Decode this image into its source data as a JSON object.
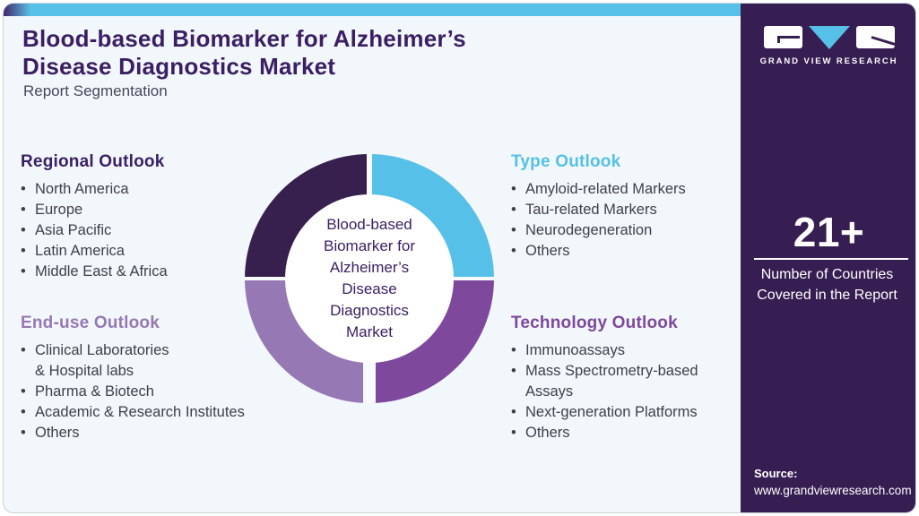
{
  "header": {
    "title": "Blood-based Biomarker for Alzheimer’s\nDisease Diagnostics Market",
    "subtitle": "Report Segmentation"
  },
  "brand": {
    "logo_text": "GRAND VIEW RESEARCH"
  },
  "donut": {
    "center_text": "Blood-based\nBiomarker for\nAlzheimer’s\nDisease\nDiagnostics\nMarket",
    "segments": [
      {
        "position": "top-right",
        "linked_outlook": "Type Outlook",
        "color": "#56c0e8"
      },
      {
        "position": "bottom-right",
        "linked_outlook": "Technology Outlook",
        "color": "#7e489c"
      },
      {
        "position": "bottom-left",
        "linked_outlook": "End-use Outlook",
        "color": "#9678b4"
      },
      {
        "position": "top-left",
        "linked_outlook": "Regional Outlook",
        "color": "#38204e"
      }
    ]
  },
  "quadrants": {
    "regional": {
      "title": "Regional Outlook",
      "accent_color": "#3b2064",
      "items": [
        "North America",
        "Europe",
        "Asia Pacific",
        "Latin America",
        "Middle East & Africa"
      ]
    },
    "type": {
      "title": "Type Outlook",
      "accent_color": "#56c0e8",
      "items": [
        "Amyloid-related Markers",
        "Tau-related Markers",
        "Neurodegeneration",
        "Others"
      ]
    },
    "enduse": {
      "title": "End-use Outlook",
      "accent_color": "#9678b4",
      "items": [
        "Clinical Laboratories\n& Hospital labs",
        "Pharma & Biotech",
        "Academic & Research Institutes",
        "Others"
      ]
    },
    "technology": {
      "title": "Technology Outlook",
      "accent_color": "#7e489c",
      "items": [
        "Immunoassays",
        "Mass Spectrometry-based\nAssays",
        "Next-generation Platforms",
        "Others"
      ]
    }
  },
  "sidebar": {
    "stat_value": "21+",
    "stat_caption": "Number of Countries\nCovered in the Report",
    "source_label": "Source:",
    "source_url": "www.grandviewresearch.com",
    "background_color": "#371e52"
  },
  "ui": {
    "bullet": "•",
    "accent_blue": "#56c0e8"
  }
}
